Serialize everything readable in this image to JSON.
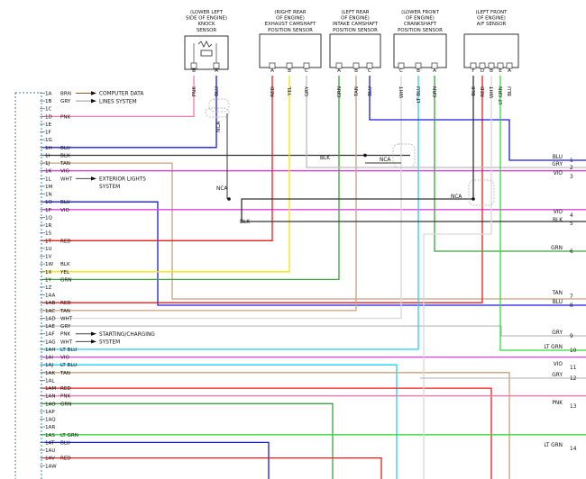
{
  "colors": {
    "BRN": "#8a5a2b",
    "GRY": "#bdbdbd",
    "PNK": "#ff77aa",
    "BLU": "#1a1ae6",
    "BLK": "#333333",
    "TAN": "#c8a27a",
    "VIO": "#e040e0",
    "WHT": "#d9d9d9",
    "RED": "#ee1c1c",
    "YEL": "#f2e600",
    "GRN": "#3aa53a",
    "LT BLU": "#22d0f0",
    "LT GRN": "#33dd33",
    "NCA": "#333333"
  },
  "components": [
    {
      "id": "knock",
      "header": [
        "(LOWER LEFT",
        "SIDE OF ENGINE)",
        "KNOCK",
        "SENSOR"
      ],
      "pins": [
        {
          "letter": "B",
          "wire": "PNK"
        },
        {
          "letter": "A",
          "wire": "BLU"
        }
      ]
    },
    {
      "id": "exhaust",
      "header": [
        "(RIGHT REAR",
        "OF ENGINE)",
        "EXHAUST CAMSHAFT",
        "POSITION SENSOR"
      ],
      "pins": [
        {
          "letter": "A",
          "wire": "RED"
        },
        {
          "letter": "B",
          "wire": "YEL"
        },
        {
          "letter": "C",
          "wire": "GRY"
        }
      ]
    },
    {
      "id": "intake",
      "header": [
        "(LEFT REAR",
        "OF ENGINE)",
        "INTAKE CAMSHAFT",
        "POSITION SENSOR"
      ],
      "pins": [
        {
          "letter": "A",
          "wire": "GRN"
        },
        {
          "letter": "B",
          "wire": "TAN"
        },
        {
          "letter": "C",
          "wire": "BLU"
        }
      ]
    },
    {
      "id": "crank",
      "header": [
        "(LOWER FRONT",
        "OF ENGINE)",
        "CRANKSHAFT",
        "POSITION SENSOR"
      ],
      "pins": [
        {
          "letter": "C",
          "wire": "WHT"
        },
        {
          "letter": "B",
          "wire": "LT BLU"
        },
        {
          "letter": "A",
          "wire": "GRN"
        }
      ]
    },
    {
      "id": "af",
      "header": [
        "(LEFT FRONT",
        "OF ENGINE)",
        "A/F SENSOR"
      ],
      "pins": [
        {
          "letter": "F",
          "wire": "BLK"
        },
        {
          "letter": "D",
          "wire": "RED"
        },
        {
          "letter": "B",
          "wire": "WHT"
        },
        {
          "letter": "E",
          "wire": "LT GRN"
        },
        {
          "letter": "A",
          "wire": "BLU"
        }
      ]
    }
  ],
  "rows": [
    {
      "pin": "1A",
      "wire": "BRN",
      "note": "COMPUTER DATA"
    },
    {
      "pin": "1B",
      "wire": "GRY",
      "note": "LINES SYSTEM"
    },
    {
      "pin": "1C",
      "wire": ""
    },
    {
      "pin": "1D",
      "wire": "PNK"
    },
    {
      "pin": "1E",
      "wire": ""
    },
    {
      "pin": "1F",
      "wire": ""
    },
    {
      "pin": "1G",
      "wire": ""
    },
    {
      "pin": "1H",
      "wire": "BLU"
    },
    {
      "pin": "1I",
      "wire": "BLK"
    },
    {
      "pin": "1J",
      "wire": "TAN"
    },
    {
      "pin": "1K",
      "wire": "VIO"
    },
    {
      "pin": "1L",
      "wire": "WHT",
      "note": "EXTERIOR LIGHTS"
    },
    {
      "pin": "1M",
      "wire": "",
      "note": "SYSTEM"
    },
    {
      "pin": "1N",
      "wire": ""
    },
    {
      "pin": "1O",
      "wire": "BLU"
    },
    {
      "pin": "1P",
      "wire": "VIO"
    },
    {
      "pin": "1Q",
      "wire": ""
    },
    {
      "pin": "1R",
      "wire": ""
    },
    {
      "pin": "1S",
      "wire": ""
    },
    {
      "pin": "1T",
      "wire": "RED"
    },
    {
      "pin": "1U",
      "wire": ""
    },
    {
      "pin": "1V",
      "wire": ""
    },
    {
      "pin": "1W",
      "wire": "BLK"
    },
    {
      "pin": "1X",
      "wire": "YEL"
    },
    {
      "pin": "1Y",
      "wire": "GRN"
    },
    {
      "pin": "1Z",
      "wire": ""
    },
    {
      "pin": "1AA",
      "wire": ""
    },
    {
      "pin": "1AB",
      "wire": "RED"
    },
    {
      "pin": "1AC",
      "wire": "TAN"
    },
    {
      "pin": "1AD",
      "wire": "WHT"
    },
    {
      "pin": "1AE",
      "wire": "GRY"
    },
    {
      "pin": "1AF",
      "wire": "PNK",
      "note": "STARTING/CHARGING"
    },
    {
      "pin": "1AG",
      "wire": "WHT",
      "note": "SYSTEM"
    },
    {
      "pin": "1AH",
      "wire": "LT BLU"
    },
    {
      "pin": "1AI",
      "wire": "VIO"
    },
    {
      "pin": "1AJ",
      "wire": "LT BLU"
    },
    {
      "pin": "1AK",
      "wire": "TAN"
    },
    {
      "pin": "1AL",
      "wire": ""
    },
    {
      "pin": "1AM",
      "wire": "RED"
    },
    {
      "pin": "1AN",
      "wire": "PNK"
    },
    {
      "pin": "1AO",
      "wire": "GRN"
    },
    {
      "pin": "1AP",
      "wire": ""
    },
    {
      "pin": "1AQ",
      "wire": ""
    },
    {
      "pin": "1AR",
      "wire": ""
    },
    {
      "pin": "1AS",
      "wire": "LT GRN"
    },
    {
      "pin": "1AT",
      "wire": "BLU"
    },
    {
      "pin": "1AU",
      "wire": ""
    },
    {
      "pin": "1AV",
      "wire": "RED"
    },
    {
      "pin": "1AW",
      "wire": ""
    }
  ],
  "right_exits": [
    {
      "num": "1",
      "label": "BLU"
    },
    {
      "num": "2",
      "label": "GRY"
    },
    {
      "num": "3",
      "label": "VIO"
    },
    {
      "num": "4",
      "label": "VIO"
    },
    {
      "num": "5",
      "label": "BLK"
    },
    {
      "num": "6",
      "label": "GRN"
    },
    {
      "num": "7",
      "label": "TAN"
    },
    {
      "num": "8",
      "label": "BLU"
    },
    {
      "num": "9",
      "label": "GRY"
    },
    {
      "num": "10",
      "label": "LT GRN"
    },
    {
      "num": "11",
      "label": "VIO"
    },
    {
      "num": "12",
      "label": "GRY"
    },
    {
      "num": "13",
      "label": "PNK"
    },
    {
      "num": "14",
      "label": "LT GRN"
    }
  ],
  "inline_labels": {
    "blk_a": "BLK",
    "blk_b": "BLK",
    "nca": "NCA"
  }
}
